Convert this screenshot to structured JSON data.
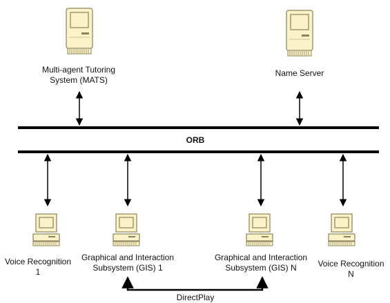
{
  "nodes": {
    "mats": {
      "line1": "Multi-agent Tutoring",
      "line2": "System (MATS)",
      "icon": "mac-computer-icon"
    },
    "name_server": {
      "line1": "Name Server",
      "icon": "mac-computer-icon"
    },
    "voice_1": {
      "line1": "Voice Recognition",
      "line2": "1",
      "icon": "desktop-computer-icon"
    },
    "gis_1": {
      "line1": "Graphical and Interaction",
      "line2": "Subsystem (GIS) 1",
      "icon": "desktop-computer-icon"
    },
    "gis_n": {
      "line1": "Graphical and Interaction",
      "line2": "Subsystem (GIS) N",
      "icon": "desktop-computer-icon"
    },
    "voice_n": {
      "line1": "Voice Recognition",
      "line2": "N",
      "icon": "desktop-computer-icon"
    }
  },
  "bus": {
    "label": "ORB"
  },
  "link": {
    "label": "DirectPlay"
  },
  "colors": {
    "machine_fill": "#faf3c8",
    "machine_stroke": "#8a8258",
    "line": "#000000"
  }
}
